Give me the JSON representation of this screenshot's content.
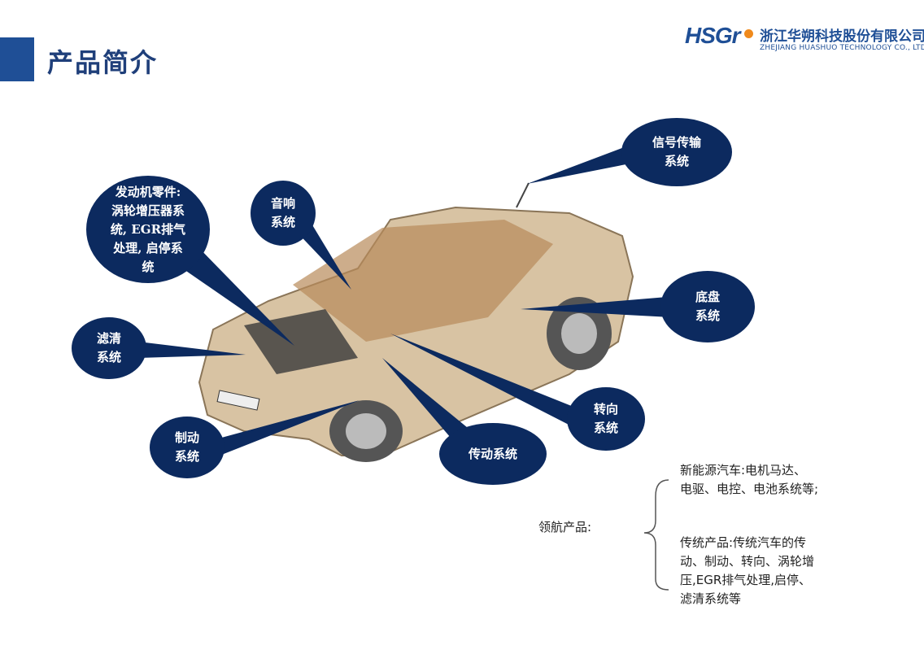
{
  "header": {
    "title": "产品简介"
  },
  "logo": {
    "mark": "HSGr",
    "company_cn": "浙江华朔科技股份有限公司",
    "company_en": "ZHEJIANG HUASHUO TECHNOLOGY CO., LTD."
  },
  "colors": {
    "accent": "#1f4f96",
    "bubble": "#0c2a5f"
  },
  "callouts": {
    "engine": "发动机零件:\n涡轮增压器系\n统, EGR排气\n处理, 启停系\n统",
    "audio": "音响\n系统",
    "signal": "信号传输\n系统",
    "chassis": "底盘\n系统",
    "filter": "滤清\n系统",
    "steering": "转向\n系统",
    "transmission": "传动系统",
    "brake": "制动\n系统"
  },
  "products": {
    "label": "领航产品:",
    "new_energy": "新能源汽车:电机马达、\n电驱、电控、电池系统等;",
    "traditional": "传统产品:传统汽车的传\n动、制动、转向、涡轮增\n压,EGR排气处理,启停、\n滤清系统等"
  }
}
